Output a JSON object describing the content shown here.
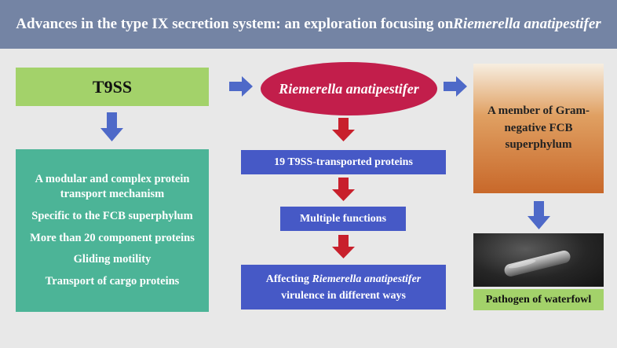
{
  "title": {
    "prefix": "Advances in the type IX secretion system: an exploration focusing on ",
    "italic": "Riemerella anatipestifer"
  },
  "t9ss": {
    "label": "T9SS"
  },
  "organism": {
    "label": "Riemerella anatipestifer"
  },
  "classification": {
    "label": "A member of Gram-negative FCB superphylum"
  },
  "features": {
    "items": [
      "A modular and complex protein transport mechanism",
      "Specific to the FCB superphylum",
      "More than 20 component proteins",
      "Gliding motility",
      "Transport of cargo proteins"
    ]
  },
  "proteins": {
    "label": "19 T9SS-transported proteins"
  },
  "functions": {
    "label": "Multiple functions"
  },
  "effect": {
    "prefix": "Affecting ",
    "italic": "Riemerella anatipestifer",
    "suffix": "virulence in different ways"
  },
  "pathogen": {
    "label": "Pathogen of waterfowl"
  },
  "colors": {
    "title_bar": "#7484a4",
    "green": "#a3d26a",
    "teal": "#4cb497",
    "blue_box": "#4659c6",
    "ellipse": "#c21e4b",
    "orange": "#c8682a",
    "arrow_blue": "#4e69c8",
    "arrow_red": "#c8202c"
  }
}
